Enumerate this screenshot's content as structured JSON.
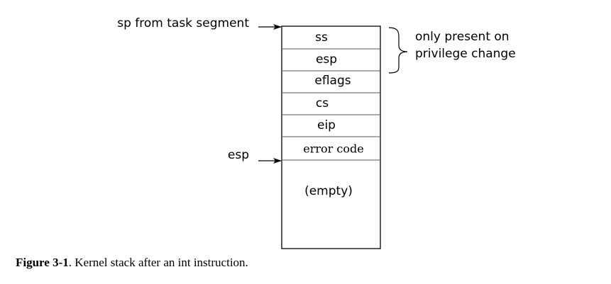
{
  "labels": {
    "sp_from_task_segment": "sp from task segment",
    "esp": "esp",
    "brace_note_line1": "only present on",
    "brace_note_line2": "privilege change"
  },
  "stack": {
    "cells": [
      "ss",
      "esp",
      "eflags",
      "cs",
      "eip",
      "error code"
    ],
    "empty": "(empty)"
  },
  "caption": {
    "label": "Figure 3-1",
    "text": ". Kernel stack after an int instruction."
  }
}
